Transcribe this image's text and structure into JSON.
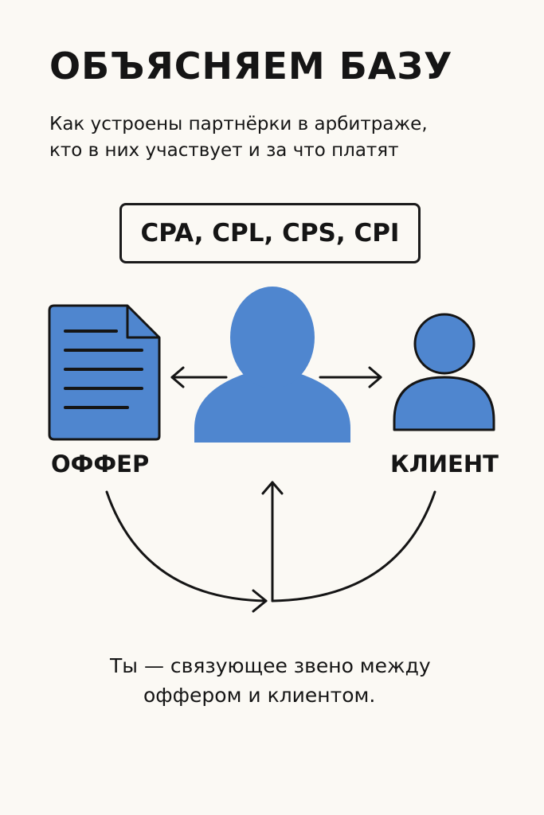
{
  "title": "ОБЪЯСНЯЕМ БАЗУ",
  "subtitle": {
    "line1": "Как устроены партнёрки в арбитраже,",
    "line2": "кто в них участвует и за что платят"
  },
  "models_label": "CPA, CPL, CPS, CPI",
  "nodes": {
    "offer": {
      "label": "ОФФЕР",
      "icon": "document-icon"
    },
    "affiliate": {
      "icon": "person-icon"
    },
    "client": {
      "label": "КЛИЕНТ",
      "icon": "user-icon"
    }
  },
  "caption": {
    "line1": "Ты — связующее звено между",
    "line2": "оффером и клиентом."
  },
  "colors": {
    "background": "#fbf9f4",
    "accent": "#4f86cf",
    "ink": "#151515"
  }
}
